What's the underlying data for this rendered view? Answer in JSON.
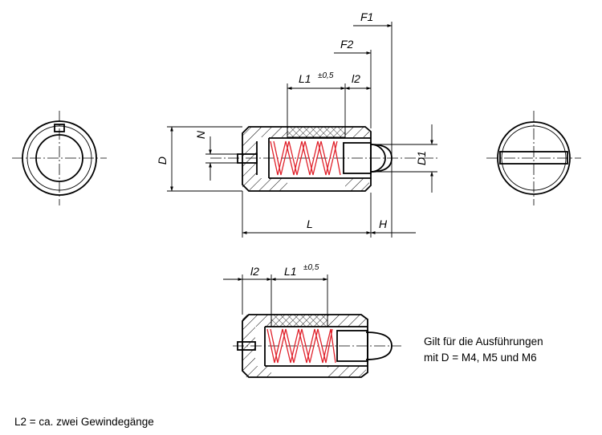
{
  "labels": {
    "F1": "F1",
    "F2": "F2",
    "L1": "L1",
    "L1_tol": "±0,5",
    "l2": "l2",
    "N": "N",
    "D": "D",
    "D1": "D1",
    "L": "L",
    "H": "H"
  },
  "notes": {
    "variant_line1": "Gilt für die Ausführungen",
    "variant_line2": "mit D = M4, M5 und M6",
    "footer": "L2 = ca. zwei Gewindegänge"
  },
  "colors": {
    "line": "#000000",
    "spring": "#e0202a",
    "background": "#ffffff"
  }
}
